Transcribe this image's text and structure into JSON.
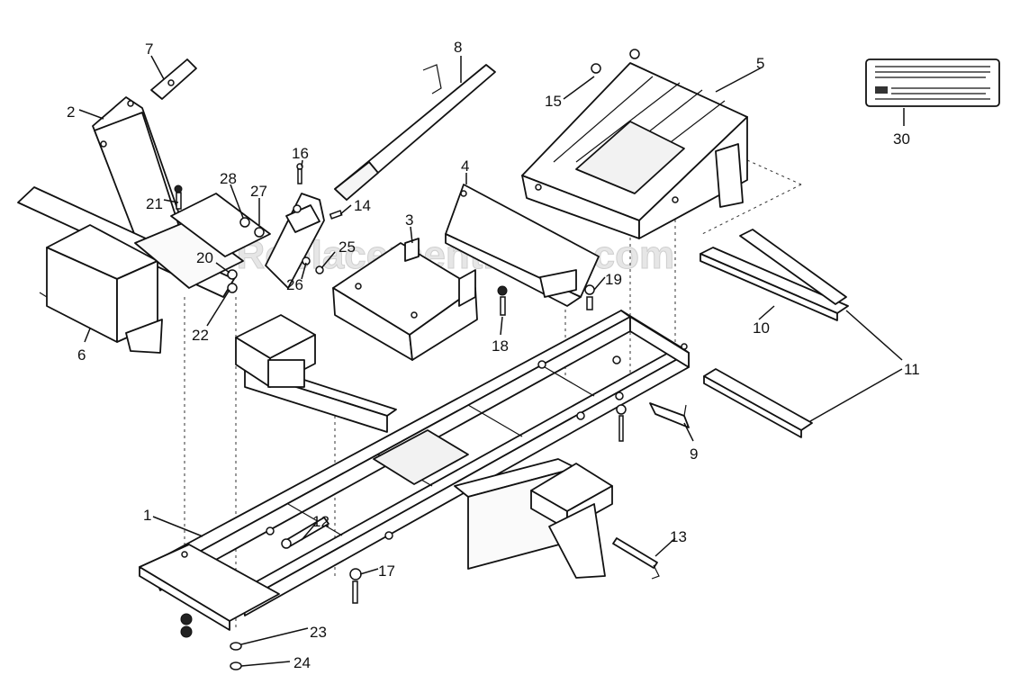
{
  "watermark": "eReplacementParts.com",
  "part_labels": {
    "p1": "1",
    "p2": "2",
    "p3": "3",
    "p4": "4",
    "p5": "5",
    "p6": "6",
    "p7": "7",
    "p8": "8",
    "p9": "9",
    "p10": "10",
    "p11": "11",
    "p12": "12",
    "p13": "13",
    "p14": "14",
    "p15": "15",
    "p16": "16",
    "p17": "17",
    "p18": "18",
    "p19": "19",
    "p20": "20",
    "p21": "21",
    "p22": "22",
    "p23": "23",
    "p24": "24",
    "p25": "25",
    "p26": "26",
    "p27": "27",
    "p28": "28",
    "p30": "30"
  }
}
